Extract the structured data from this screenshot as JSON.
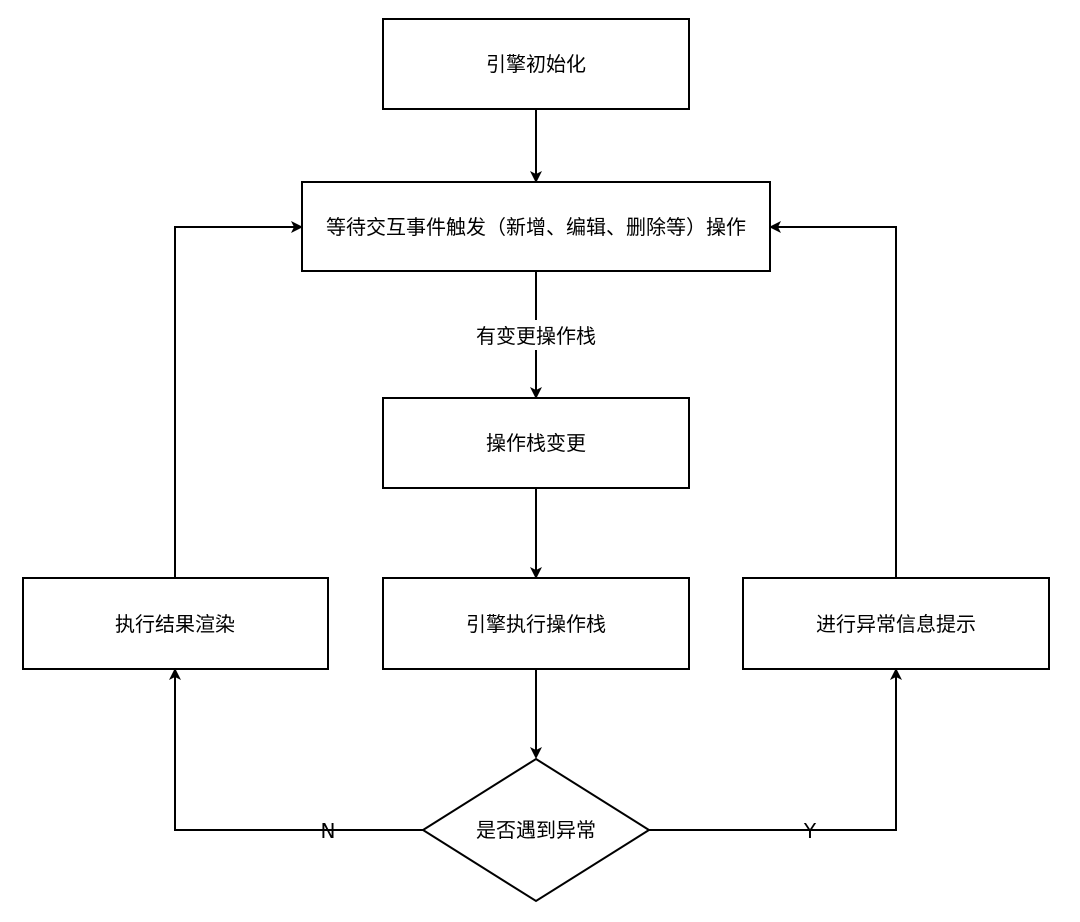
{
  "nodes": {
    "init": "引擎初始化",
    "wait": "等待交互事件触发（新增、编辑、删除等）操作",
    "change": "操作栈变更",
    "execute": "引擎执行操作栈",
    "render": "执行结果渲染",
    "error_hint": "进行异常信息提示",
    "decision": "是否遇到异常"
  },
  "edges": {
    "has_change": "有变更操作栈",
    "no": "N",
    "yes": "Y"
  },
  "colors": {
    "stroke": "#000000",
    "fill": "#ffffff",
    "background": "#ffffff"
  }
}
